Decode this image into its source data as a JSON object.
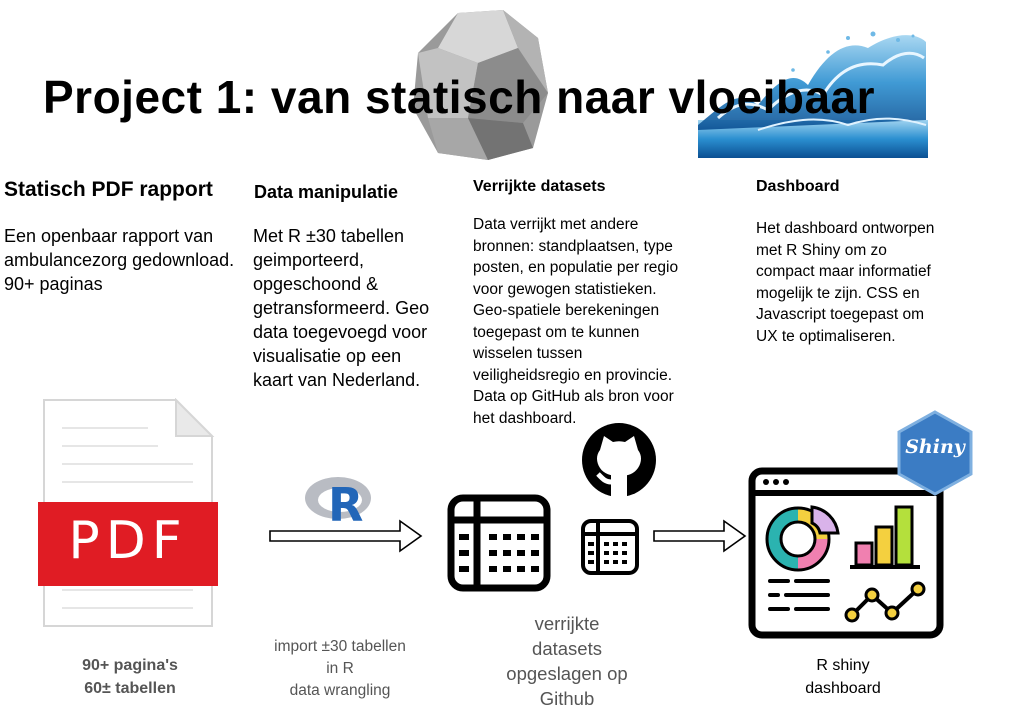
{
  "title": "Project 1: van statisch naar vloeibaar",
  "columns": [
    {
      "heading": "Statisch PDF rapport",
      "text": "Een openbaar rapport van ambulancezorg gedownload. 90+ paginas"
    },
    {
      "heading": "Data manipulatie",
      "text": "Met R ±30 tabellen geimporteerd, opgeschoond & getransformeerd. Geo data toegevoegd voor visualisatie op een kaart van Nederland."
    },
    {
      "heading": "Verrijkte datasets",
      "text": "Data verrijkt met andere bronnen: standplaatsen, type posten, en populatie per regio voor gewogen statistieken. Geo-spatiele berekeningen toegepast om te kunnen wisselen tussen veiligheidsregio en provincie. Data op GitHub als bron voor het dashboard."
    },
    {
      "heading": "Dashboard",
      "text": "Het dashboard ontworpen met R Shiny om zo compact maar informatief mogelijk te zijn. CSS en Javascript toegepast om UX te optimaliseren."
    }
  ],
  "pdf_label": "PDF",
  "r_logo": "R",
  "shiny_logo": "Shiny",
  "captions": {
    "pdf": [
      "90+ pagina's",
      "60± tabellen"
    ],
    "r": [
      "import  ±30 tabellen",
      "in R",
      "data wrangling"
    ],
    "datasets": [
      "verrijkte",
      "datasets",
      "opgeslagen op",
      "Github"
    ],
    "dashboard": [
      "R shiny",
      "dashboard"
    ]
  },
  "icons": [
    "rock-icon",
    "water-splash-icon",
    "pdf-file-icon",
    "r-logo-icon",
    "arrow-icon",
    "table-icon",
    "github-icon",
    "shiny-logo-icon",
    "dashboard-icon"
  ],
  "colors": {
    "pdf_red": "#e01c24",
    "shiny_blue": "#3b7cc4",
    "r_blue": "#2266b8",
    "caption_gray": "#555555"
  }
}
